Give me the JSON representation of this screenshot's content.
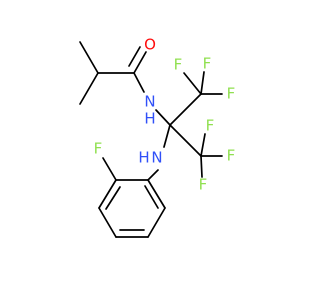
{
  "colors": {
    "background": "#ffffff",
    "bond": "#000000",
    "oxygen": "#ff0d0d",
    "nitrogen": "#3050f8",
    "fluorine": "#90e050"
  },
  "atoms": {
    "o1": "O",
    "n_amide": "N",
    "h_amide": "H",
    "n_amine": "N",
    "h_amine": "H",
    "f1": "F",
    "f2": "F",
    "f3": "F",
    "f4": "F",
    "f5": "F",
    "f6": "F",
    "f_ring": "F"
  }
}
